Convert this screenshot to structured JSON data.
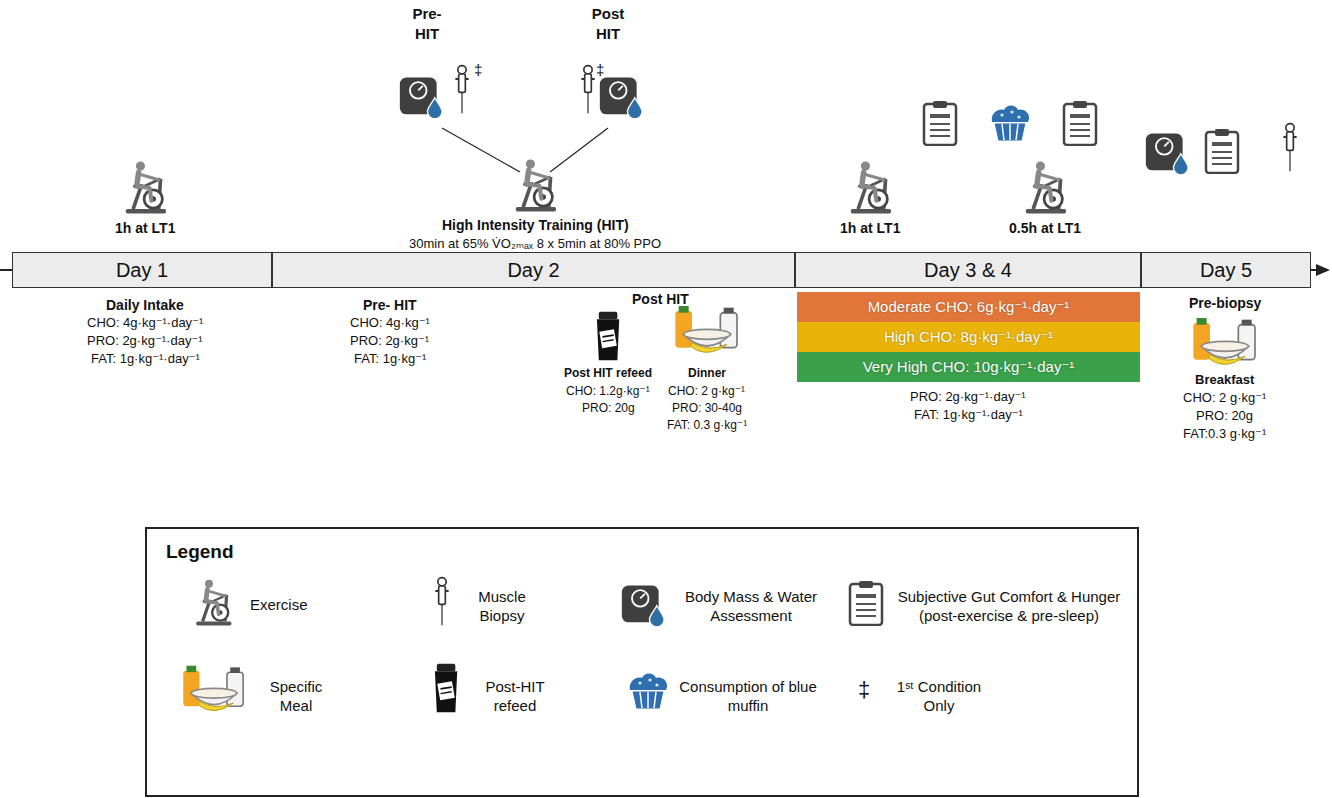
{
  "diagram": {
    "nodes": [
      {
        "text": [
          "Day 1"
        ]
      },
      {
        "text": [
          "Day 2"
        ]
      },
      {
        "text": [
          "Day 3 & 4"
        ]
      },
      {
        "text": [
          "Day 5"
        ]
      },
      {
        "text": [
          "Moderate CHO: 6g·kg⁻¹·day⁻¹"
        ]
      },
      {
        "text": [
          "High CHO: 8g·kg⁻¹·day⁻¹"
        ]
      },
      {
        "text": [
          "Very High CHO: 10g·kg⁻¹·day⁻¹"
        ]
      }
    ],
    "labels": [
      "1h at LT1",
      "Pre- HIT",
      "‡",
      "Post HIT",
      "‡",
      "High Intensity Training (HIT)",
      "30min at 65% V̇O₂ₘₐₓ 8 x 5min at 80% PPO",
      "1h at LT1",
      "0.5h at LT1",
      "Daily Intake",
      "CHO: 4g·kg⁻¹·day⁻¹",
      "PRO: 2g·kg⁻¹·day⁻¹",
      "FAT: 1g·kg⁻¹·day⁻¹",
      "Pre- HIT",
      "CHO: 4g·kg⁻¹",
      "PRO: 2g·kg⁻¹",
      "FAT: 1g·kg⁻¹",
      "Post HIT",
      "Post HIT refeed",
      "CHO: 1.2g·kg⁻¹",
      "PRO: 20g",
      "Dinner",
      "CHO: 2 g·kg⁻¹",
      "PRO: 30-40g",
      "FAT: 0.3 g·kg⁻¹",
      "PRO: 2g·kg⁻¹·day⁻¹",
      "FAT: 1g·kg⁻¹·day⁻¹",
      "Pre-biopsy",
      "Breakfast",
      "CHO: 2 g·kg⁻¹",
      "PRO: 20g",
      "FAT:0.3 g·kg⁻¹",
      "Legend",
      "‡"
    ],
    "legend": [
      {
        "text": "Exercise"
      },
      {
        "text": "Muscle Biopsy"
      },
      {
        "text": "Body Mass & Water Assessment"
      },
      {
        "text": "Subjective Gut Comfort & Hunger (post-exercise & pre-sleep)"
      },
      {
        "text": "Specific Meal"
      },
      {
        "text": "Post-HIT refeed"
      },
      {
        "text": "Consumption of blue muffin"
      },
      {
        "text": "1ˢᵗ Condition Only"
      }
    ]
  }
}
